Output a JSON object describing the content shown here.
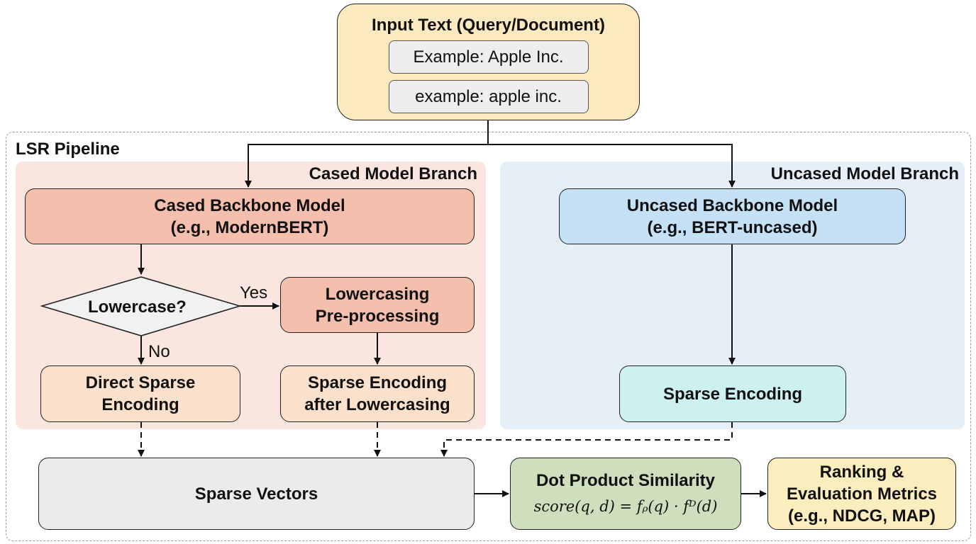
{
  "input": {
    "title": "Input Text (Query/Document)",
    "examples": [
      "Example: Apple Inc.",
      "example: apple inc."
    ]
  },
  "pipeline": {
    "title": "LSR Pipeline",
    "cased_branch": {
      "title": "Cased Model Branch",
      "backbone": [
        "Cased Backbone Model",
        "(e.g., ModernBERT)"
      ],
      "decision": "Lowercase?",
      "yes_label": "Yes",
      "no_label": "No",
      "preprocess": [
        "Lowercasing",
        "Pre-processing"
      ],
      "direct": [
        "Direct Sparse",
        "Encoding"
      ],
      "after": [
        "Sparse Encoding",
        "after Lowercasing"
      ]
    },
    "uncased_branch": {
      "title": "Uncased Model Branch",
      "backbone": [
        "Uncased Backbone Model",
        "(e.g., BERT-uncased)"
      ],
      "encoding": "Sparse Encoding"
    },
    "sparse_vectors": "Sparse Vectors",
    "similarity": {
      "title": "Dot Product Similarity",
      "formula": "score(q, d) = fᵨ(q) · fᴰ(d)"
    },
    "ranking": [
      "Ranking &",
      "Evaluation Metrics",
      "(e.g., NDCG, MAP)"
    ]
  }
}
